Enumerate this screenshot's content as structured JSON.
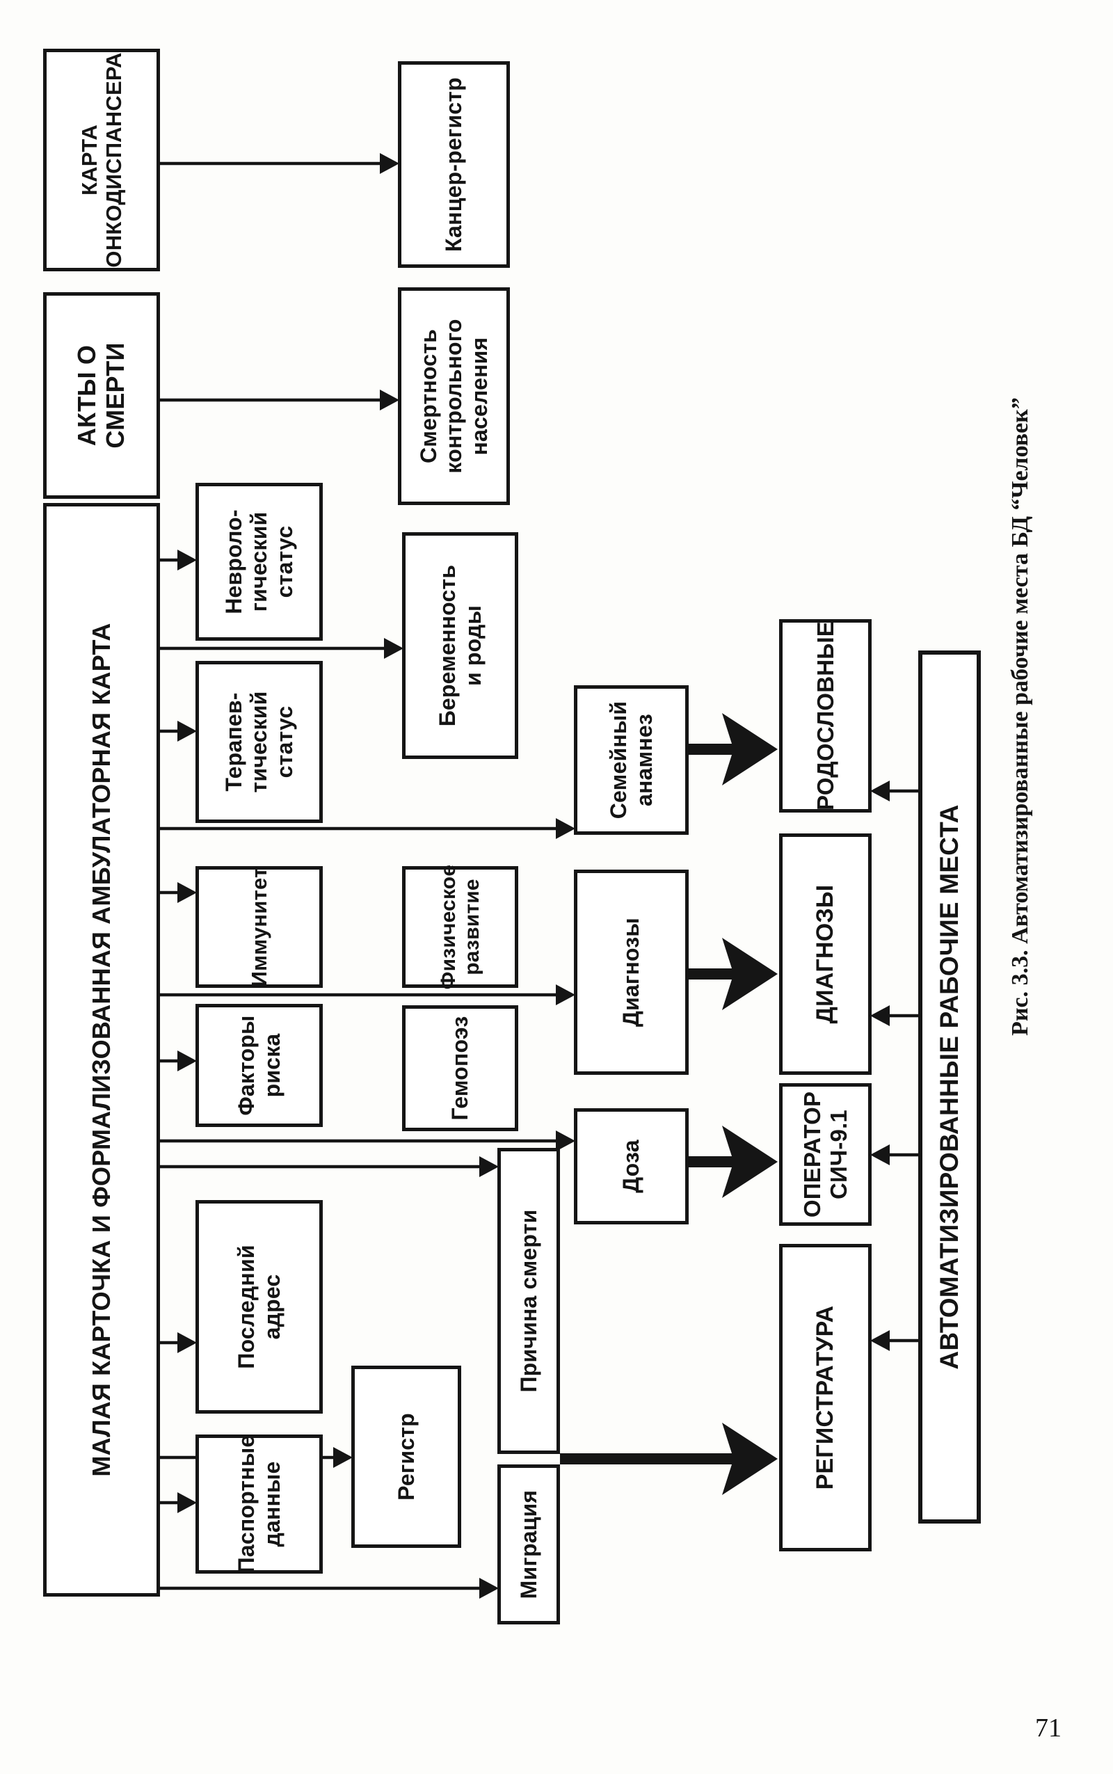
{
  "figure": {
    "boxes": {
      "malaya": {
        "label": "МАЛАЯ КАРТОЧКА И ФОРМАЛИЗОВАННАЯ АМБУЛАТОРНАЯ КАРТА"
      },
      "akty": {
        "label": "АКТЫ О\nСМЕРТИ"
      },
      "karta_onko": {
        "label": "КАРТА\nОНКОДИСПАНСЕРА"
      },
      "smertnost": {
        "label": "Смертность\nконтрольного\nнаселения"
      },
      "kancer": {
        "label": "Канцер-регистр"
      },
      "nevro": {
        "label": "Невроло-\nгический\nстатус"
      },
      "terapevt": {
        "label": "Терапев-\nтический\nстатус"
      },
      "immunitet": {
        "label": "Иммунитет"
      },
      "faktory": {
        "label": "Факторы\nриска"
      },
      "posledniy": {
        "label": "Последний\nадрес"
      },
      "pasport": {
        "label": "Паспортные\nданные"
      },
      "beremennost": {
        "label": "Беременность\nи роды"
      },
      "fizicheskoe": {
        "label": "Физическое\nразвитие"
      },
      "gemopoez": {
        "label": "Гемопоэз"
      },
      "registr": {
        "label": "Регистр"
      },
      "prichina": {
        "label": "Причина смерти"
      },
      "migraciya": {
        "label": "Миграция"
      },
      "semeyny": {
        "label": "Семейный\nанамнез"
      },
      "diagnozy": {
        "label": "Диагнозы"
      },
      "doza": {
        "label": "Доза"
      },
      "rodoslovnye": {
        "label": "РОДОСЛОВНЫЕ"
      },
      "diagnozy_arm": {
        "label": "ДИАГНОЗЫ"
      },
      "operator": {
        "label": "ОПЕРАТОР\nСИЧ-9.1"
      },
      "registratura": {
        "label": "РЕГИСТРАТУРА"
      },
      "arm_bar": {
        "label": "АВТОМАТИЗИРОВАННЫЕ РАБОЧИЕ МЕСТА"
      }
    },
    "caption": {
      "prefix": "Рис. 3.3.",
      "text": " Автоматизированные рабочие места БД “Человек”"
    }
  },
  "page": {
    "number": "71"
  },
  "colors": {
    "ink": "#151515",
    "paper": "#fdfdfb"
  }
}
